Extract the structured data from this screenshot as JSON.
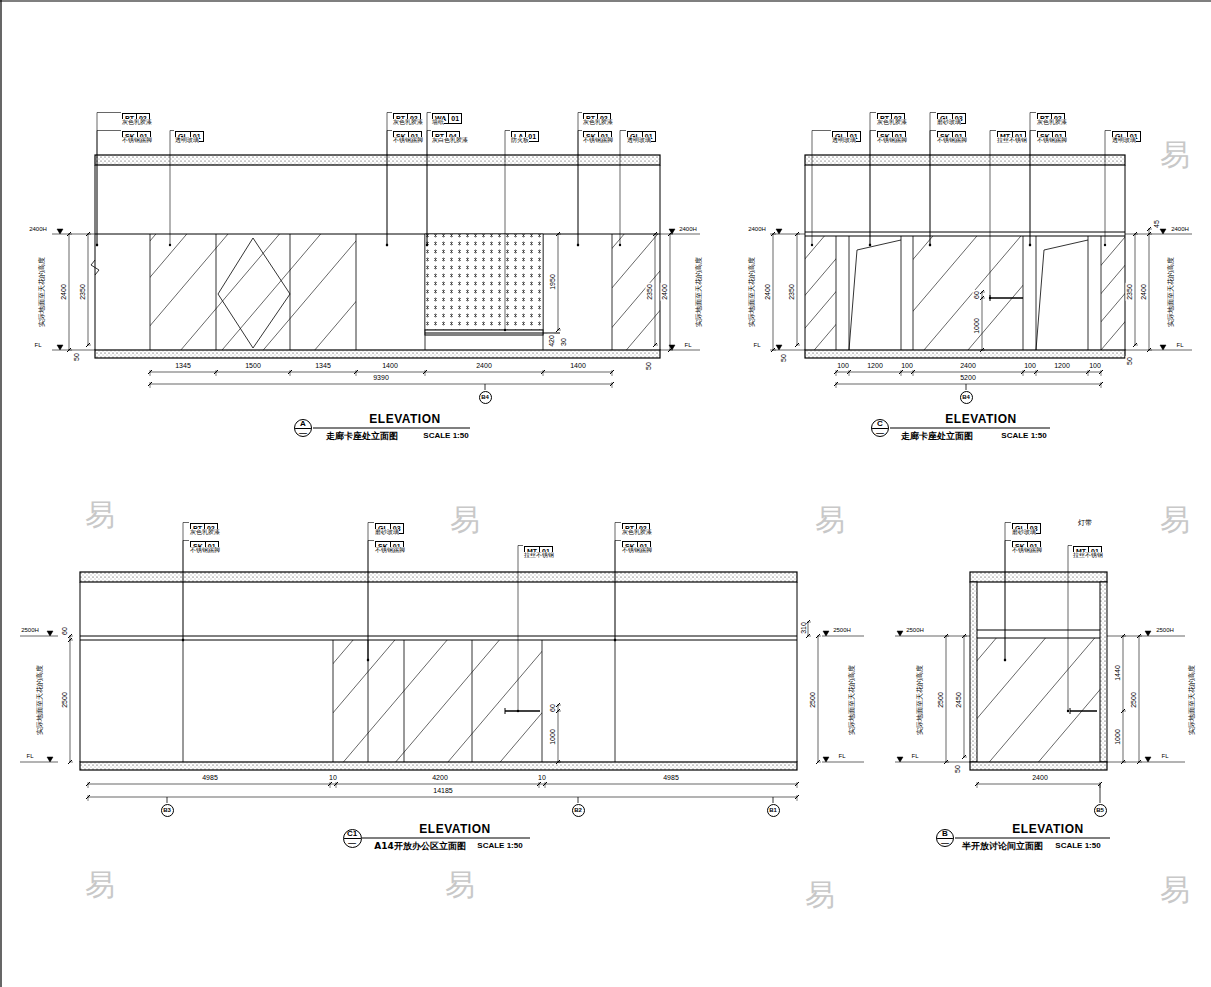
{
  "diagram": {
    "nodes": [
      {
        "text": [
          "PT",
          "02",
          "灰色乳胶漆"
        ]
      },
      {
        "text": [
          "SK",
          "01",
          "不锈钢踢脚"
        ]
      },
      {
        "text": [
          "GL",
          "01",
          "透明玻璃"
        ]
      },
      {
        "text": [
          "PT",
          "02",
          "灰色乳胶漆"
        ]
      },
      {
        "text": [
          "SK",
          "01",
          "不锈钢踢脚"
        ]
      },
      {
        "text": [
          "WA",
          "01",
          "墙纸"
        ]
      },
      {
        "text": [
          "PT",
          "04",
          "灰白色乳胶漆"
        ]
      },
      {
        "text": [
          "LA",
          "01",
          "防火板"
        ]
      },
      {
        "text": [
          "PT",
          "02",
          "灰色乳胶漆"
        ]
      },
      {
        "text": [
          "SK",
          "01",
          "不锈钢踢脚"
        ]
      },
      {
        "text": [
          "GL",
          "01",
          "透明玻璃"
        ]
      },
      {
        "text": [
          "B4"
        ]
      },
      {
        "text": [
          "A",
          "—"
        ]
      },
      {
        "text": [
          "GL",
          "01",
          "透明玻璃"
        ]
      },
      {
        "text": [
          "PT",
          "02",
          "灰色乳胶漆"
        ]
      },
      {
        "text": [
          "SK",
          "01",
          "不锈钢踢脚"
        ]
      },
      {
        "text": [
          "GL",
          "03",
          "磨砂玻璃"
        ]
      },
      {
        "text": [
          "SK",
          "01",
          "不锈钢踢脚"
        ]
      },
      {
        "text": [
          "MT",
          "01",
          "拉丝不锈钢"
        ]
      },
      {
        "text": [
          "PT",
          "02",
          "灰色乳胶漆"
        ]
      },
      {
        "text": [
          "SK",
          "01",
          "不锈钢踢脚"
        ]
      },
      {
        "text": [
          "GL",
          "01",
          "透明玻璃"
        ]
      },
      {
        "text": [
          "B4"
        ]
      },
      {
        "text": [
          "C",
          "—"
        ]
      },
      {
        "text": [
          "PT",
          "02",
          "灰色乳胶漆"
        ]
      },
      {
        "text": [
          "SK",
          "01",
          "不锈钢踢脚"
        ]
      },
      {
        "text": [
          "GL",
          "03",
          "磨砂玻璃"
        ]
      },
      {
        "text": [
          "SK",
          "01",
          "不锈钢踢脚"
        ]
      },
      {
        "text": [
          "MT",
          "01",
          "拉丝不锈钢"
        ]
      },
      {
        "text": [
          "PT",
          "02",
          "灰色乳胶漆"
        ]
      },
      {
        "text": [
          "SK",
          "01",
          "不锈钢踢脚"
        ]
      },
      {
        "text": [
          "B3"
        ]
      },
      {
        "text": [
          "B2"
        ]
      },
      {
        "text": [
          "B1"
        ]
      },
      {
        "text": [
          "C1",
          "—"
        ]
      },
      {
        "text": [
          "GL",
          "03",
          "磨砂玻璃"
        ]
      },
      {
        "text": [
          "SK",
          "01",
          "不锈钢踢脚"
        ]
      },
      {
        "text": [
          "MT",
          "01",
          "拉丝不锈钢"
        ]
      },
      {
        "text": [
          "B5"
        ]
      },
      {
        "text": [
          "B",
          "—"
        ]
      }
    ],
    "labels": [
      "2400H",
      "FL",
      "实际地面至天花的高度",
      "2400",
      "2350",
      "50",
      "2400H",
      "FL",
      "2350",
      "2400",
      "50",
      "实际地面至天花的高度",
      "1345",
      "1500",
      "1345",
      "1400",
      "2400",
      "1400",
      "9390",
      "1950",
      "420",
      "30",
      "ELEVATION",
      "走廊卡座处立面图",
      "SCALE 1:50",
      "2400H",
      "FL",
      "实际地面至天花的高度",
      "2400",
      "2350",
      "50",
      "45",
      "2350",
      "2400",
      "50",
      "2400H",
      "FL",
      "实际地面至天花的高度",
      "60",
      "1000",
      "100",
      "1200",
      "100",
      "2400",
      "100",
      "1200",
      "100",
      "5200",
      "ELEVATION",
      "走廊卡座处立面图",
      "SCALE 1:50",
      "2500H",
      "FL",
      "实际地面至天花的高度",
      "60",
      "2500",
      "310",
      "2500",
      "2500H",
      "FL",
      "实际地面至天花的高度",
      "60",
      "1000",
      "4985",
      "10",
      "4200",
      "10",
      "4985",
      "14185",
      "ELEVATION",
      "A14开放办公区立面图",
      "SCALE 1:50",
      "2500H",
      "FL",
      "实际地面至天花的高度",
      "2500",
      "2450",
      "50",
      "1440",
      "1000",
      "2500",
      "2500H",
      "FL",
      "实际地面至天花的高度",
      "2400",
      "ELEVATION",
      "半开放讨论间立面图",
      "SCALE 1:50",
      "灯带",
      "易",
      "易",
      "易",
      "易",
      "易",
      "易",
      "易",
      "易",
      "易"
    ]
  }
}
